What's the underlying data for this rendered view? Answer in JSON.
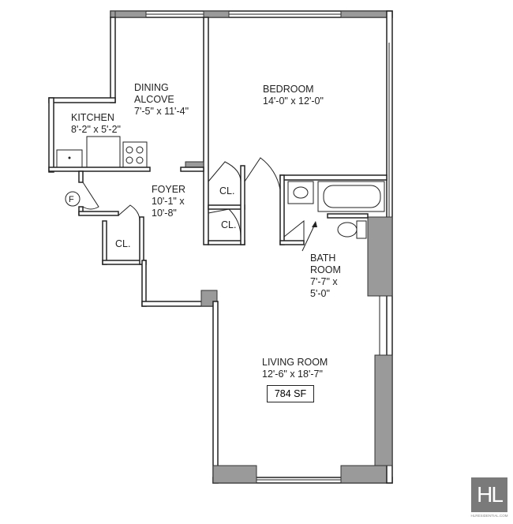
{
  "rooms": {
    "dining": {
      "line1": "DINING",
      "line2": "ALCOVE",
      "dims": "7'-5\" x 11'-4\""
    },
    "kitchen": {
      "name": "KITCHEN",
      "dims": "8'-2\" x 5'-2\""
    },
    "bedroom": {
      "name": "BEDROOM",
      "dims": "14'-0\" x 12'-0\""
    },
    "foyer": {
      "name": "FOYER",
      "dims1": "10'-1\" x",
      "dims2": "10'-8\""
    },
    "closet1": "CL.",
    "closet2": "CL.",
    "closet3": "CL.",
    "bath": {
      "line1": "BATH",
      "line2": "ROOM",
      "dims1": "7'-7\" x",
      "dims2": "5'-0\""
    },
    "living": {
      "name": "LIVING ROOM",
      "dims": "12'-6\" x 18'-7\""
    }
  },
  "area": "784 SF",
  "entry_marker": "F",
  "brand": {
    "logo": "HL",
    "site": "HLRESIDENTIAL.COM",
    "color": "#7a7a7a"
  }
}
